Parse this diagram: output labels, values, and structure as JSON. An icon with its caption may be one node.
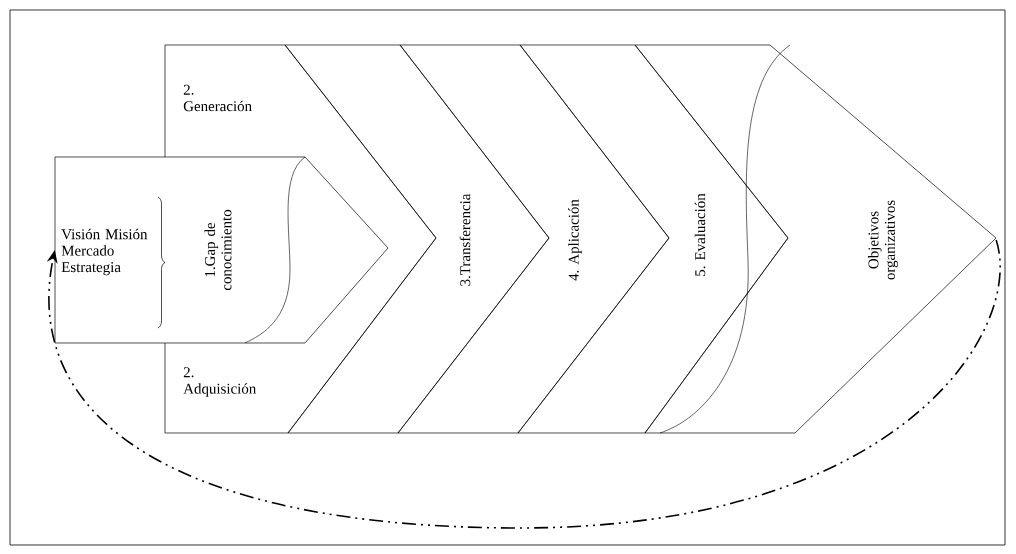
{
  "diagram": {
    "nodes": [
      {
        "text": [
          "Visión Misión Mercado Estrategia",
          "1.Gap de conocimiento"
        ]
      },
      {
        "text": [
          "2. Generación",
          "2. Adquisición"
        ]
      },
      {
        "text": [
          "3.Transferencia"
        ]
      },
      {
        "text": [
          "4. Aplicación"
        ]
      },
      {
        "text": [
          "5. Evaluación"
        ]
      },
      {
        "text": [
          "Objetivos organizativos"
        ]
      }
    ],
    "edges": [
      {
        "from": 5,
        "to": 0,
        "arrow": "to",
        "style": "dashed"
      }
    ]
  }
}
